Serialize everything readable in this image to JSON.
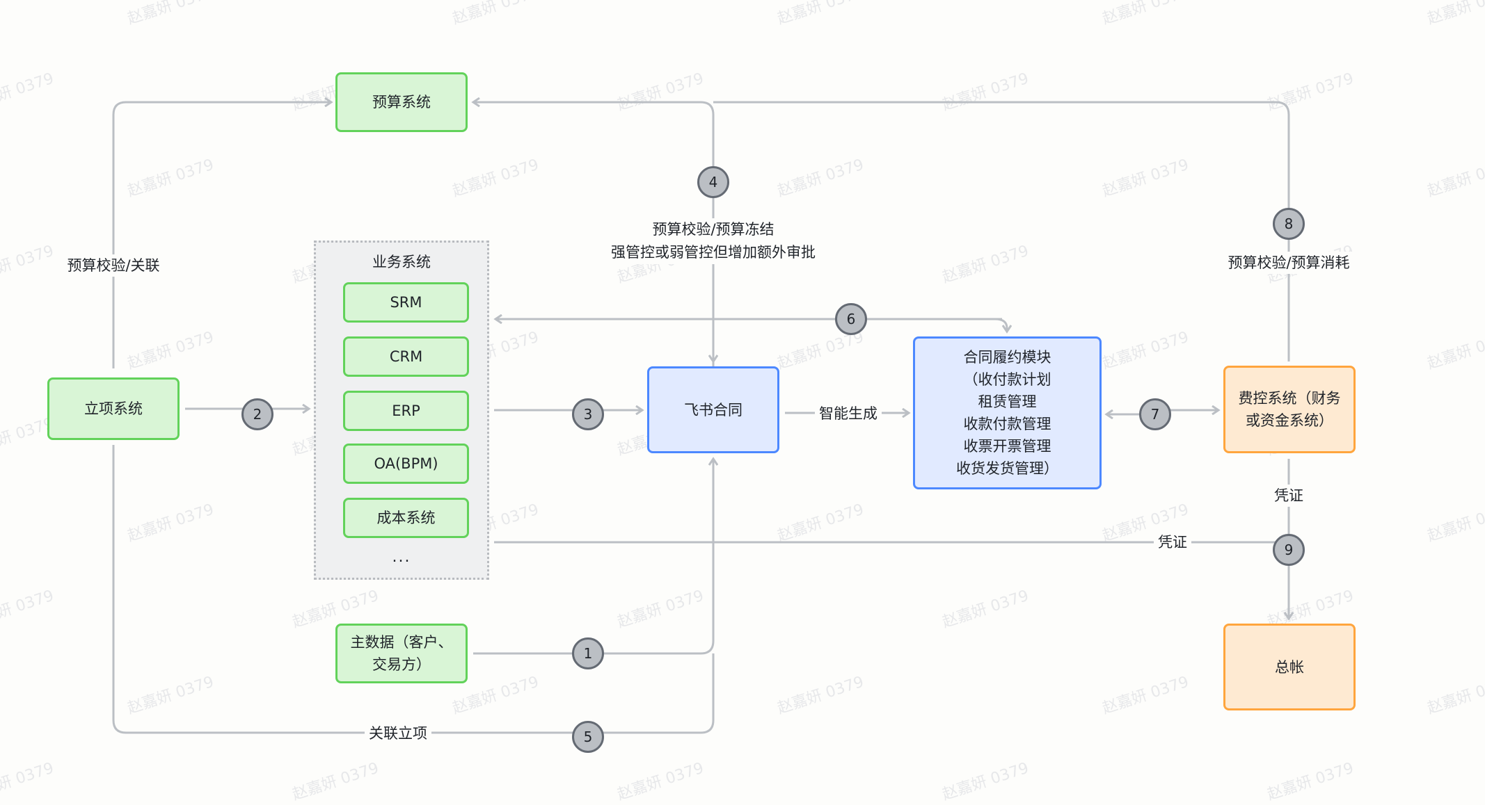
{
  "watermark": "赵嘉妍 0379",
  "nodes": {
    "budget_system": "预算系统",
    "project_system": "立项系统",
    "business_group_title": "业务系统",
    "business_systems": [
      "SRM",
      "CRM",
      "ERP",
      "OA(BPM)",
      "成本系统"
    ],
    "business_more": "...",
    "feishu_contract": "飞书合同",
    "contract_fulfillment": [
      "合同履约模块",
      "（收付款计划",
      "租赁管理",
      "收款付款管理",
      "收票开票管理",
      "收货发货管理）"
    ],
    "expense_control": [
      "费控系统（财务",
      "或资金系统）"
    ],
    "general_ledger": "总帐",
    "master_data": [
      "主数据（客户、",
      "交易方）"
    ]
  },
  "edge_labels": {
    "budget_check_link": "预算校验/关联",
    "budget_freeze_line1": "预算校验/预算冻结",
    "budget_freeze_line2": "强管控或弱管控但增加额外审批",
    "smart_generate": "智能生成",
    "budget_consume": "预算校验/预算消耗",
    "voucher_vertical": "凭证",
    "voucher_horizontal": "凭证",
    "link_project": "关联立项"
  },
  "steps": [
    "1",
    "2",
    "3",
    "4",
    "5",
    "6",
    "7",
    "8",
    "9"
  ],
  "colors": {
    "green_fill": "#d9f5d6",
    "green_border": "#62d25a",
    "blue_fill": "#e1eaff",
    "blue_border": "#4c88ff",
    "orange_fill": "#feead2",
    "orange_border": "#ffa53d",
    "connector": "#bbbfc4",
    "badge_fill": "#bbbfc4",
    "badge_border": "#646a73"
  }
}
